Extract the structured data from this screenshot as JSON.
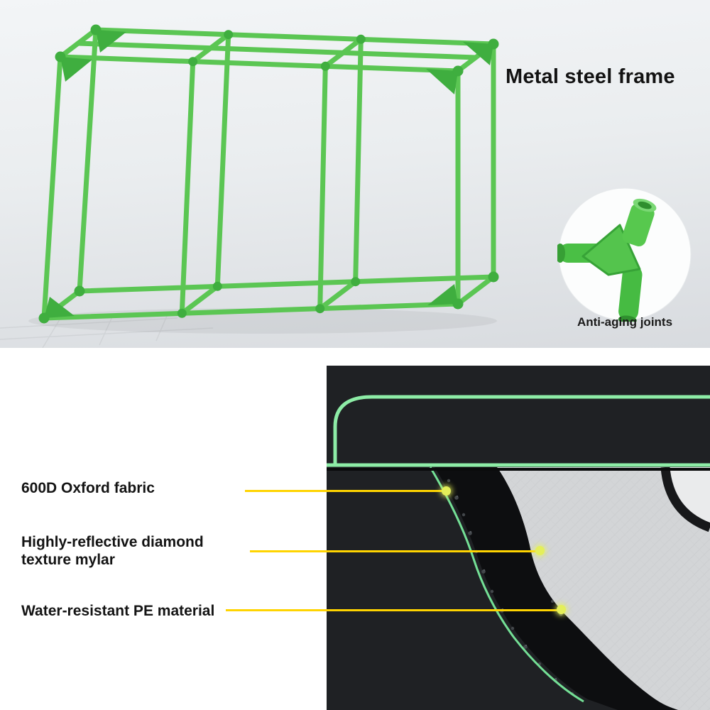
{
  "top_section": {
    "title": "Metal steel frame",
    "inset_caption": "Anti-aging joints"
  },
  "bottom_section": {
    "labels": [
      {
        "text": "600D Oxford fabric"
      },
      {
        "text": "Highly-reflective diamond texture mylar"
      },
      {
        "text": "Water-resistant PE material"
      }
    ]
  },
  "colors": {
    "frame_green": "#5bc653",
    "joint_green": "#3fae3f",
    "trim_green": "#8deca6",
    "curve_green": "#74e096",
    "leader_yellow": "#ffd400",
    "dot_green": "#e4ef59",
    "fabric_dark": "#1f2124",
    "band_black": "#0d0e10",
    "mylar_gray": "#d3d5d7"
  }
}
